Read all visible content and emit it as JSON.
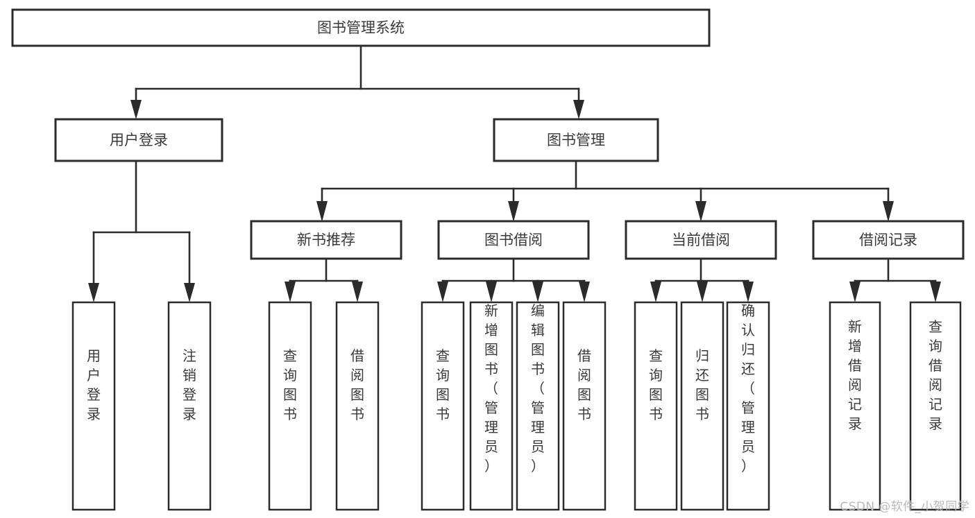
{
  "diagram": {
    "title": "图书管理系统",
    "watermark": "CSDN @软件_小贺同学",
    "colors": {
      "stroke": "#2b2b2b",
      "text": "#3a3a3a",
      "background": "#ffffff",
      "watermark": "#b9b9b9"
    },
    "root": {
      "label": "图书管理系统"
    },
    "level2": [
      {
        "label": "用户登录"
      },
      {
        "label": "图书管理"
      }
    ],
    "level3": [
      {
        "label": "新书推荐"
      },
      {
        "label": "图书借阅"
      },
      {
        "label": "当前借阅"
      },
      {
        "label": "借阅记录"
      }
    ],
    "leaves": {
      "user_login": [
        {
          "label": "用户登录"
        },
        {
          "label": "注销登录"
        }
      ],
      "new_book": [
        {
          "label": "查询图书"
        },
        {
          "label": "借阅图书"
        }
      ],
      "book_borrow": [
        {
          "label": "查询图书"
        },
        {
          "label": "新增图书（管理员）"
        },
        {
          "label": "编辑图书（管理员）"
        },
        {
          "label": "借阅图书"
        }
      ],
      "current_borrow": [
        {
          "label": "查询图书"
        },
        {
          "label": "归还图书"
        },
        {
          "label": "确认归还（管理员）"
        }
      ],
      "borrow_record": [
        {
          "label": "新增借阅记录"
        },
        {
          "label": "查询借阅记录"
        }
      ]
    }
  }
}
